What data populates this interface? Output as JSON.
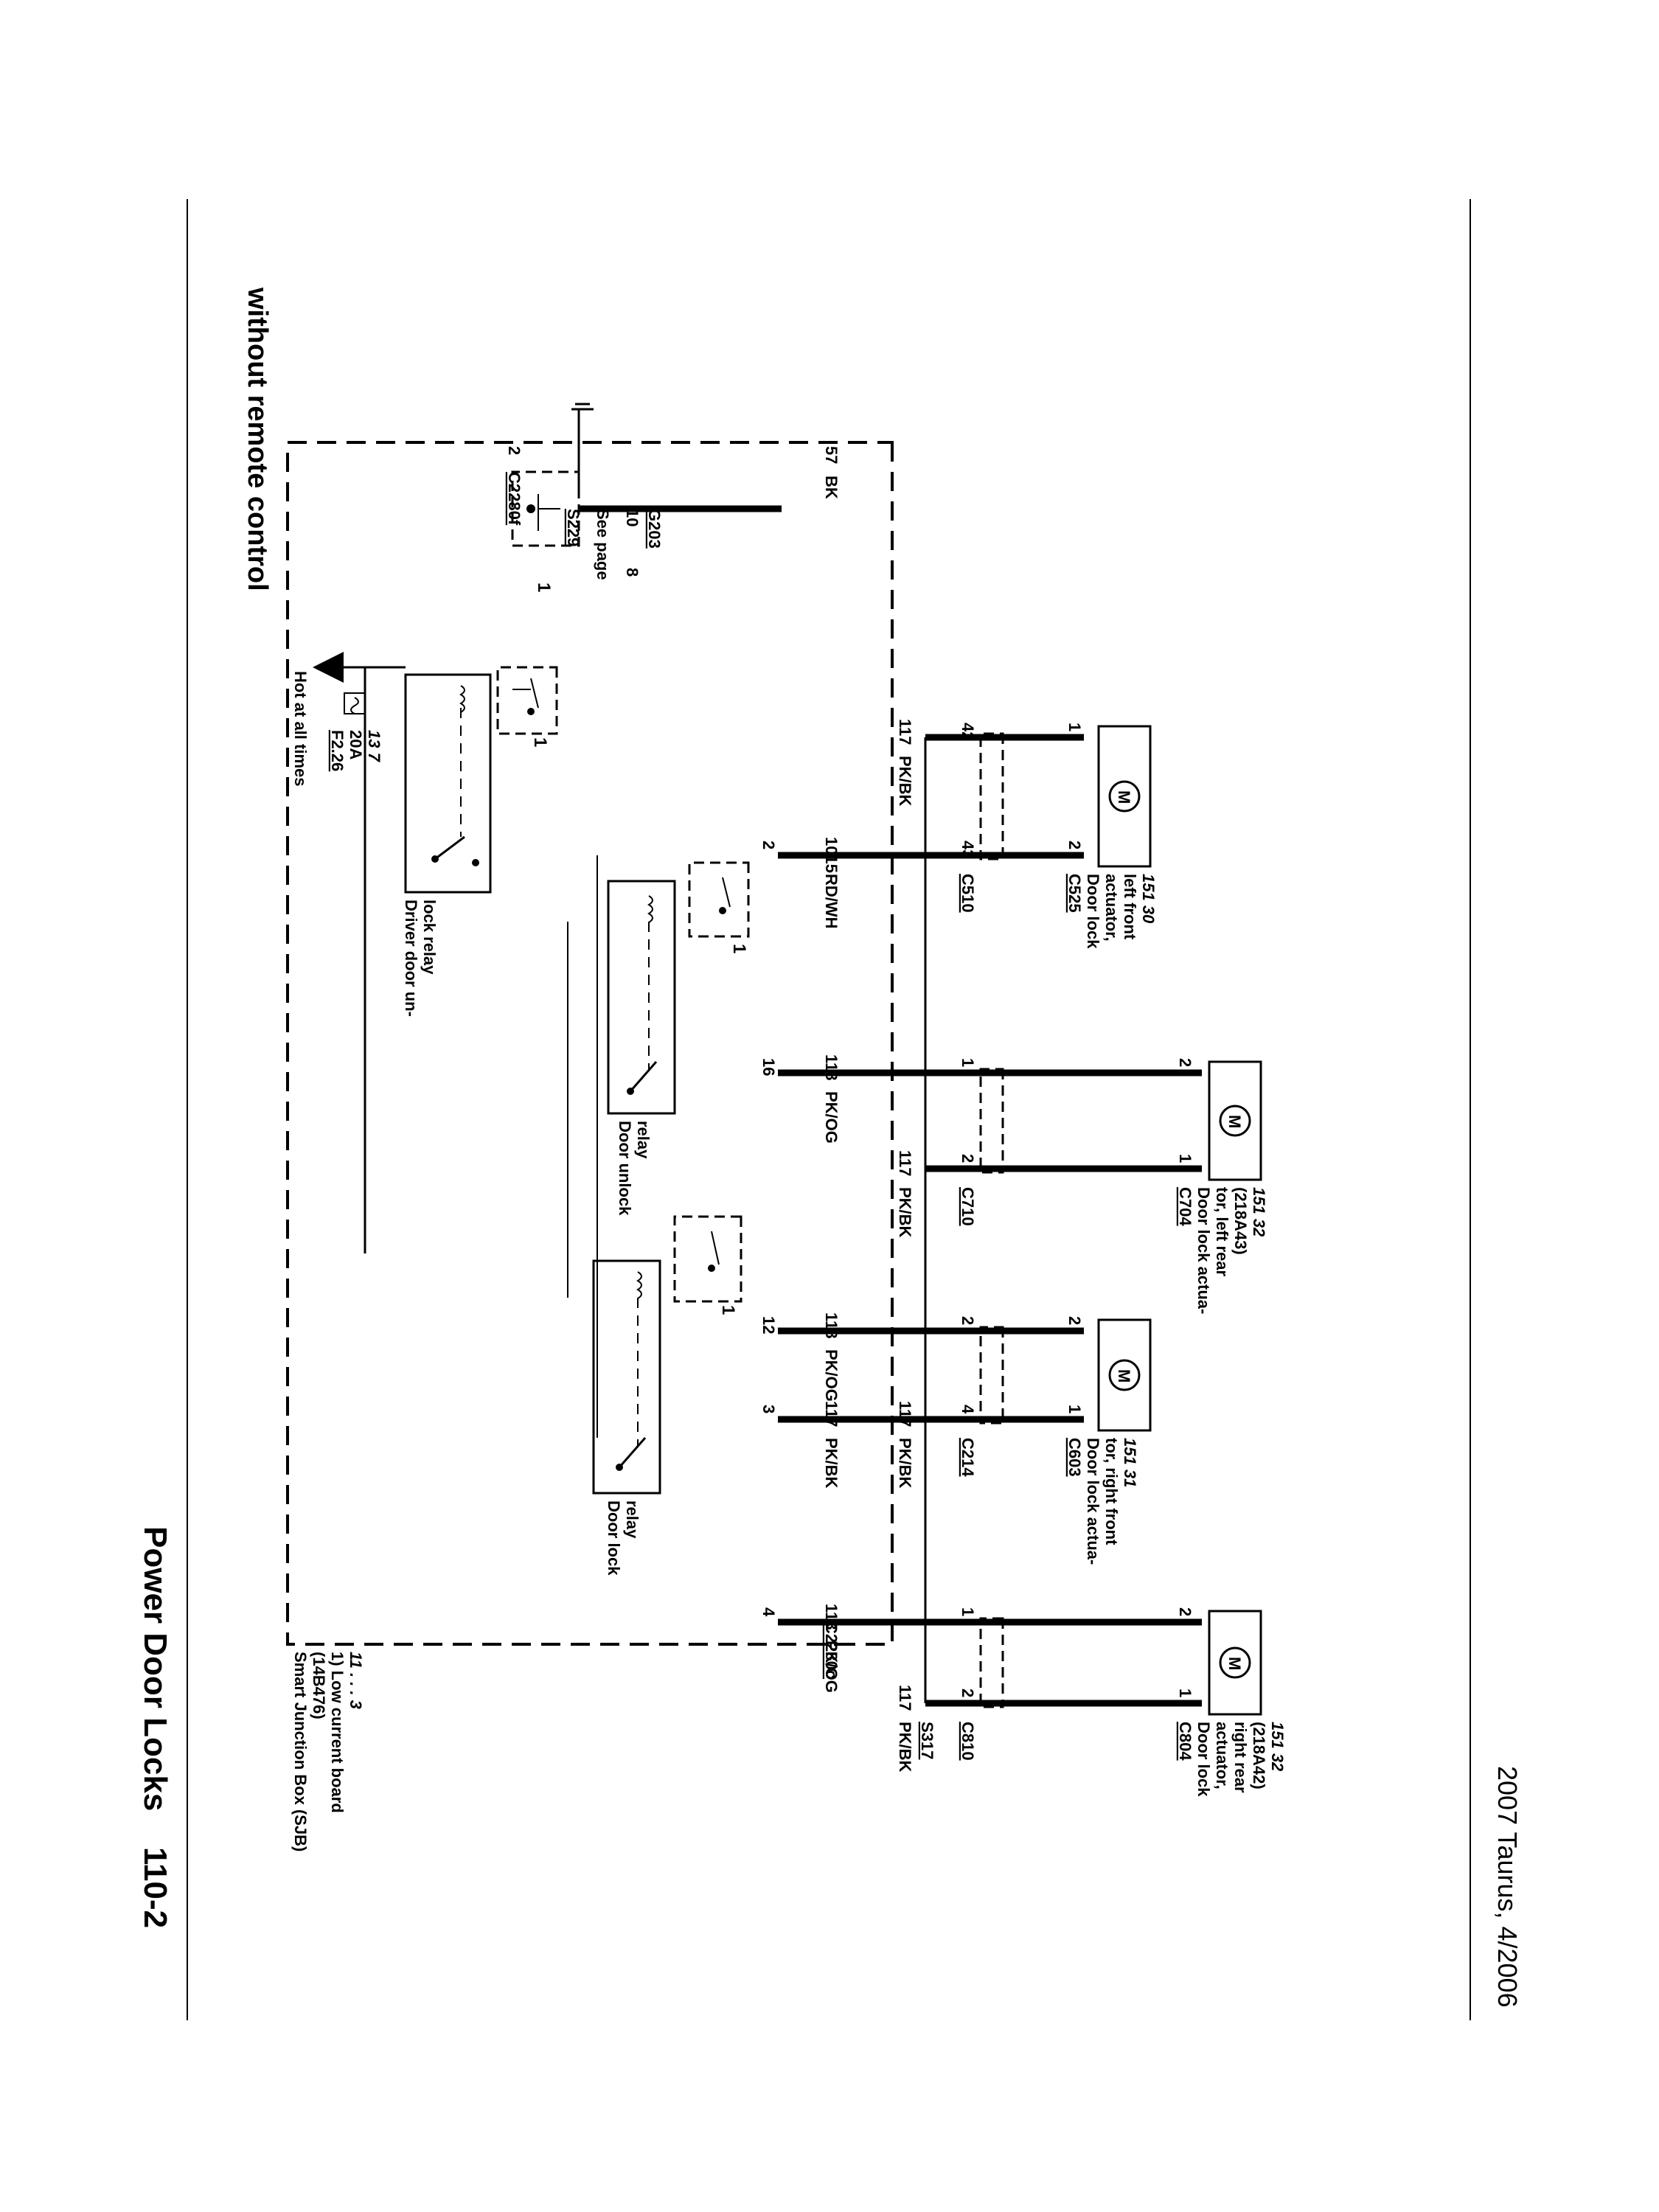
{
  "header": {
    "title": "Power Door Locks",
    "page_number": "110-2"
  },
  "subtitle": "without remote control",
  "footer": "2007 Taurus, 4/2006",
  "sjb": {
    "lines": [
      "Smart Junction Box (SJB)",
      "(14B476)",
      "1)     Low current board",
      "11 .   .   .  3"
    ]
  },
  "fuse": {
    "hot_label": "Hot at all times",
    "name": "F2.26",
    "rating": "20A",
    "page_ref": "13       7"
  },
  "relays": {
    "driver_unlock": [
      "Driver door un-",
      "lock relay"
    ],
    "door_unlock": [
      "Door unlock",
      "relay"
    ],
    "door_lock": [
      "Door lock",
      "relay"
    ],
    "note_marker": "1"
  },
  "ground": {
    "pin": "2",
    "connector": "C2280f",
    "circuit": "57",
    "color": "BK",
    "splice": "S229",
    "see_page": "See page",
    "page_ref_a": "10",
    "page_ref_b": "8",
    "ground_point": "G203",
    "note_marker": "1"
  },
  "sjb_pins": {
    "driver_unlock_out": "2",
    "unlock_out": "16",
    "unlock_out_2": "12",
    "lock_out": "3",
    "unlock_out_3": "4",
    "right_connector": "C2280c"
  },
  "wires": {
    "c1015": "1015",
    "rdwh": "RD/WH",
    "c118": "118",
    "pkog": "PK/OG",
    "c117": "117",
    "pkbk": "PK/BK"
  },
  "actuators": {
    "left_front": {
      "inline_connector": "C510",
      "inline_pin_a": "42",
      "inline_pin_b": "43",
      "connector": "C525",
      "pin_a": "1",
      "pin_b": "2",
      "label": [
        "Door lock",
        "actuator,",
        "left front"
      ],
      "page_ref": "151      30"
    },
    "left_rear": {
      "inline_connector": "C710",
      "inline_pin_a": "1",
      "inline_pin_b": "2",
      "connector": "C704",
      "pin_a": "2",
      "pin_b": "1",
      "label": [
        "Door lock actua-",
        "tor, left rear",
        "(218A43)"
      ],
      "page_ref": "151      32"
    },
    "right_front": {
      "inline_connector": "C214",
      "inline_pin_a": "2",
      "inline_pin_b": "4",
      "connector": "C603",
      "pin_a": "2",
      "pin_b": "1",
      "label": [
        "Door lock actua-",
        "tor, right front"
      ],
      "page_ref": "151      31"
    },
    "right_rear": {
      "inline_connector": "C810",
      "inline_pin_a": "1",
      "inline_pin_b": "2",
      "connector": "C804",
      "pin_a": "2",
      "pin_b": "1",
      "splice": "S317",
      "label": [
        "Door lock",
        "actuator,",
        "right rear",
        "(218A42)"
      ],
      "page_ref": "151      32"
    },
    "motor_symbol": "M"
  }
}
